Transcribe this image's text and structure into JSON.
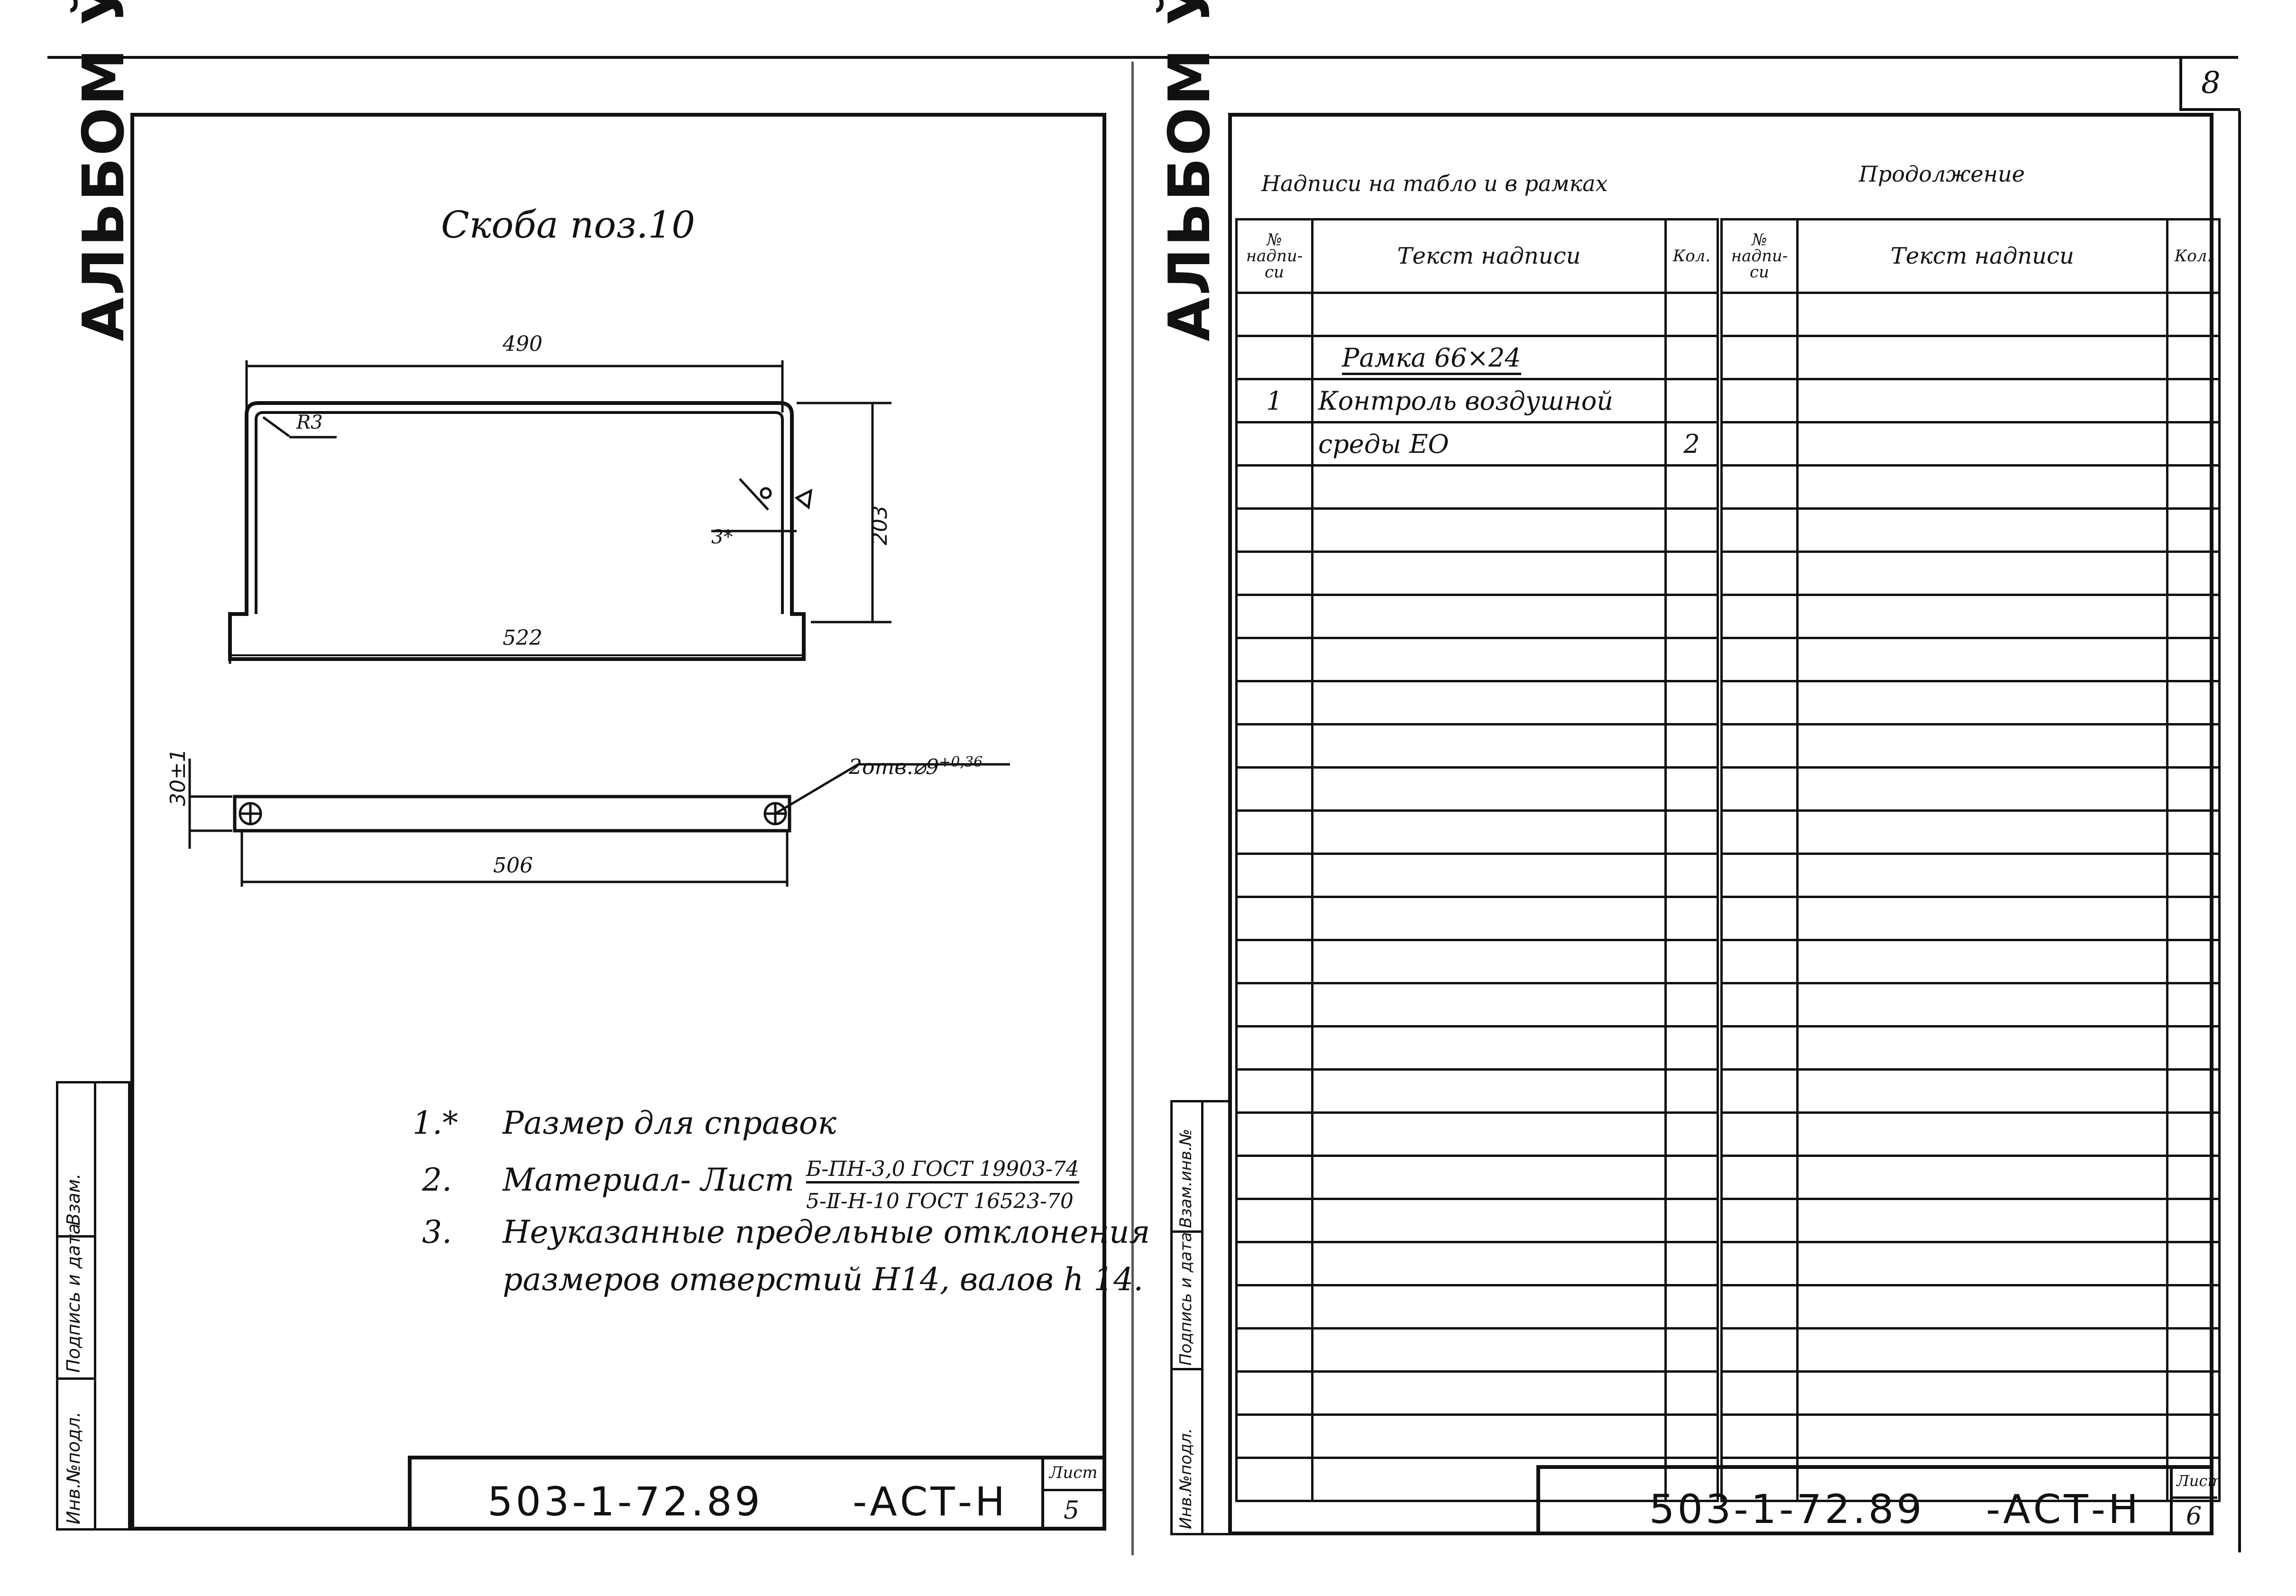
{
  "page_number": "8",
  "left_sheet": {
    "album_label": "АЛЬБОМ Ў",
    "title": "Скоба поз.10",
    "dims": {
      "top_width": "490",
      "bottom_width": "522",
      "height": "203",
      "radius": "R3",
      "weld": "3*",
      "strip_height": "30±1",
      "strip_width": "506",
      "holes": "2отв.⌀9",
      "holes_tol": "+0,36"
    },
    "notes": [
      {
        "num": "1.*",
        "text": "Размер для справок"
      },
      {
        "num": "2.",
        "text": "Материал- Лист"
      },
      {
        "num": "3.",
        "text": "Неуказанные предельные отклонения"
      },
      {
        "num": "",
        "text": "размеров отверстий Н14, валов h 14."
      }
    ],
    "material_top": "Б-ПН-3,0 ГОСТ 19903-74",
    "material_bottom": "5-Ⅱ-Н-10 ГОСТ 16523-70",
    "side_labels": [
      "Инв.№подл.",
      "Подпись и дата",
      "Взам."
    ],
    "stamp_code": "503-1-72.89",
    "stamp_suffix": "-АСТ-Н",
    "sheet_label": "Лист",
    "sheet_number": "5"
  },
  "right_sheet": {
    "album_label": "АЛЬБОМ Ў",
    "caption": "Надписи на табло и в рамках",
    "continuation": "Продолжение",
    "headers": {
      "num": "№ надпи- си",
      "text": "Текст надписи",
      "qty": "Кол."
    },
    "rows": [
      {
        "num": "",
        "text": "",
        "qty": ""
      },
      {
        "num": "",
        "text": "Рамка 66×24",
        "qty": ""
      },
      {
        "num": "1",
        "text": "Контроль воздушной",
        "qty": ""
      },
      {
        "num": "",
        "text": "среды ЕО",
        "qty": "2"
      }
    ],
    "side_labels": [
      "Инв.№подл.",
      "Подпись и дата",
      "Взам.инв.№"
    ],
    "stamp_code": "503-1-72.89",
    "stamp_suffix": "-АСТ-Н",
    "sheet_label": "Лист",
    "sheet_number": "6"
  }
}
